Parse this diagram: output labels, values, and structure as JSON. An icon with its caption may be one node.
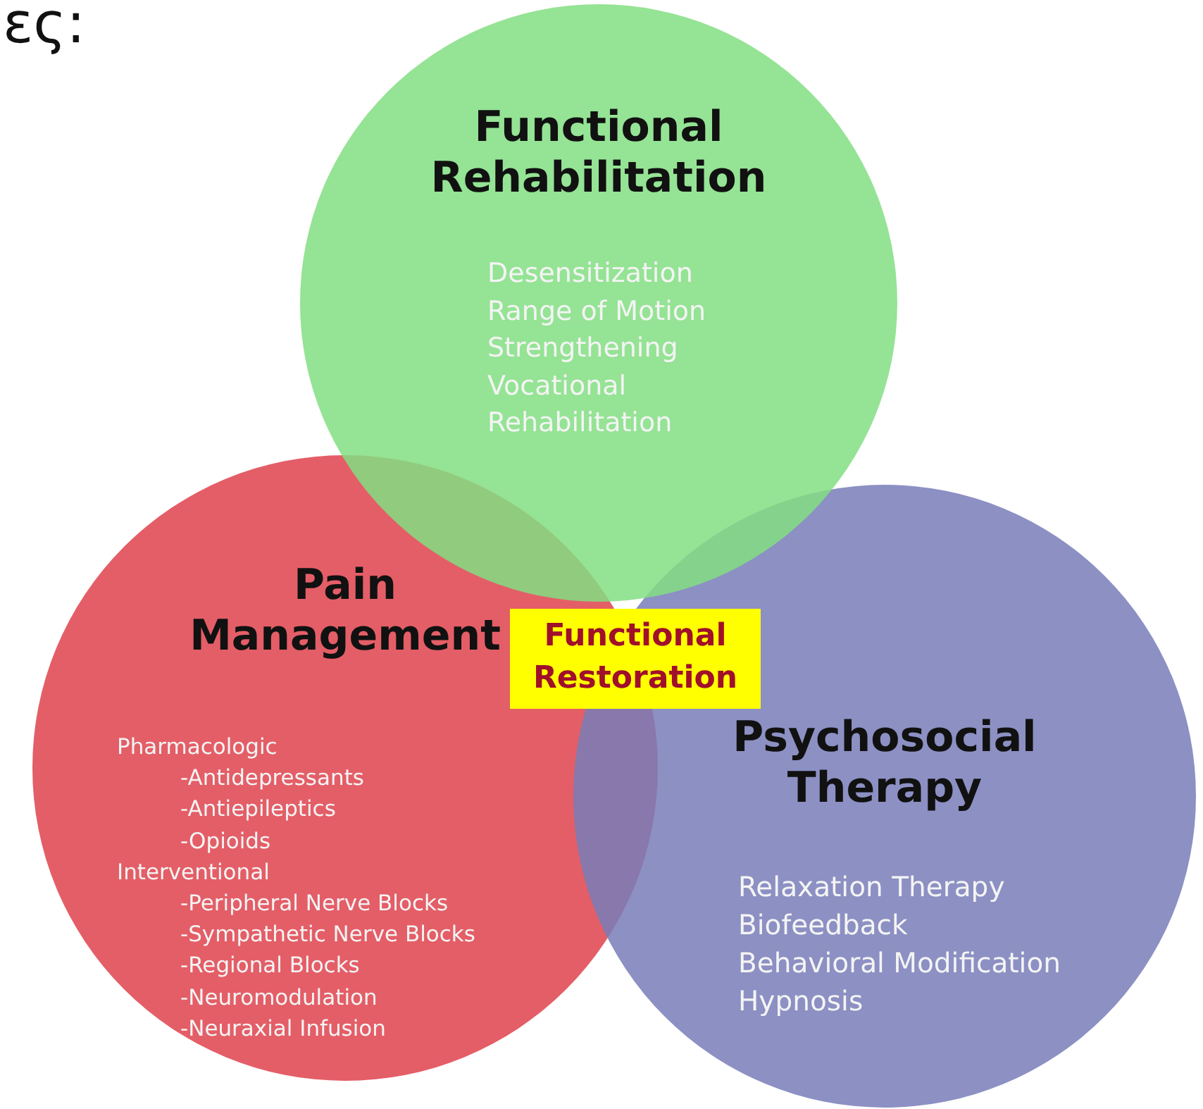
{
  "diagram": {
    "nodes": [
      {
        "text": [
          "Functional Rehabilitation",
          "Desensitization",
          "Range of Motion",
          "Strengthening",
          "Vocational Rehabilitation"
        ]
      },
      {
        "text": [
          "Pain Management",
          "Pharmacologic",
          "-Antidepressants",
          "-Antiepileptics",
          "-Opioids",
          "Interventional",
          "-Peripheral Nerve Blocks",
          "-Sympathetic Nerve Blocks",
          "-Regional Blocks",
          "-Neuromodulation",
          "-Neuraxial Infusion"
        ]
      },
      {
        "text": [
          "Psychosocial Therapy",
          "Relaxation Therapy",
          "Biofeedback",
          "Behavioral Modification",
          "Hypnosis"
        ]
      },
      {
        "text": [
          "Functional Restoration"
        ]
      }
    ],
    "labels": [
      "ες:"
    ]
  }
}
